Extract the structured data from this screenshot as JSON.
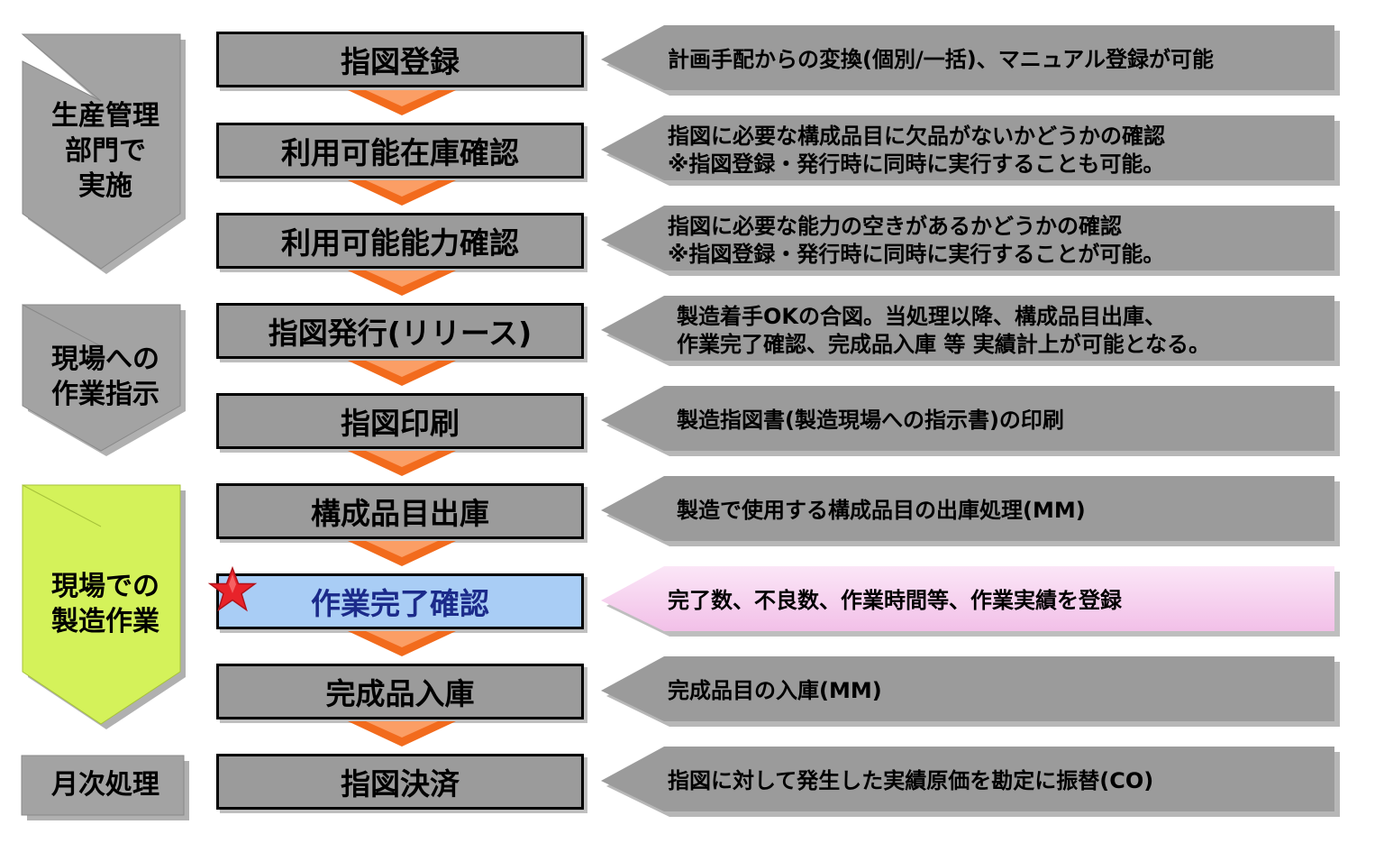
{
  "phases": [
    {
      "label": "生産管理\n部門で\n実施",
      "style": "gray"
    },
    {
      "label": "現場への\n作業指示",
      "style": "gray"
    },
    {
      "label": "現場での\n製造作業",
      "style": "green"
    },
    {
      "label": "月次処理",
      "style": "box"
    }
  ],
  "steps": [
    {
      "label": "指図登録",
      "desc": [
        "計画手配からの変換(個別/一括)、マニュアル登録が可能"
      ]
    },
    {
      "label": "利用可能在庫確認",
      "desc": [
        "指図に必要な構成品目に欠品がないかどうかの確認",
        "※指図登録・発行時に同時に実行することも可能。"
      ]
    },
    {
      "label": "利用可能能力確認",
      "desc": [
        "指図に必要な能力の空きがあるかどうかの確認",
        "※指図登録・発行時に同時に実行することが可能。"
      ]
    },
    {
      "label": "指図発行(リリース)",
      "desc": [
        "製造着手OKの合図。当処理以降、構成品目出庫、",
        "作業完了確認、完成品入庫 等 実績計上が可能となる。"
      ]
    },
    {
      "label": "指図印刷",
      "desc": [
        "製造指図書(製造現場への指示書)の印刷"
      ]
    },
    {
      "label": "構成品目出庫",
      "desc": [
        "製造で使用する構成品目の出庫処理(MM)"
      ]
    },
    {
      "label": "作業完了確認",
      "desc": [
        "完了数、不良数、作業時間等、作業実績を登録"
      ],
      "highlight": true
    },
    {
      "label": "完成品入庫",
      "desc": [
        "完成品目の入庫(MM)"
      ]
    },
    {
      "label": "指図決済",
      "desc": [
        "指図に対して発生した実績原価を勘定に振替(CO)"
      ]
    }
  ],
  "colors": {
    "step_fill": "#9b9b9b",
    "step_highlight": "#a9cdf5",
    "connector": "#f26b1d",
    "desc_fill": "#9b9b9b",
    "desc_highlight": "#f7d2f0",
    "phase_gray": "#a3a3a3",
    "phase_green": "#d4f25a",
    "star": "#e8232a"
  },
  "icons": {
    "highlight_marker": "star-icon"
  }
}
